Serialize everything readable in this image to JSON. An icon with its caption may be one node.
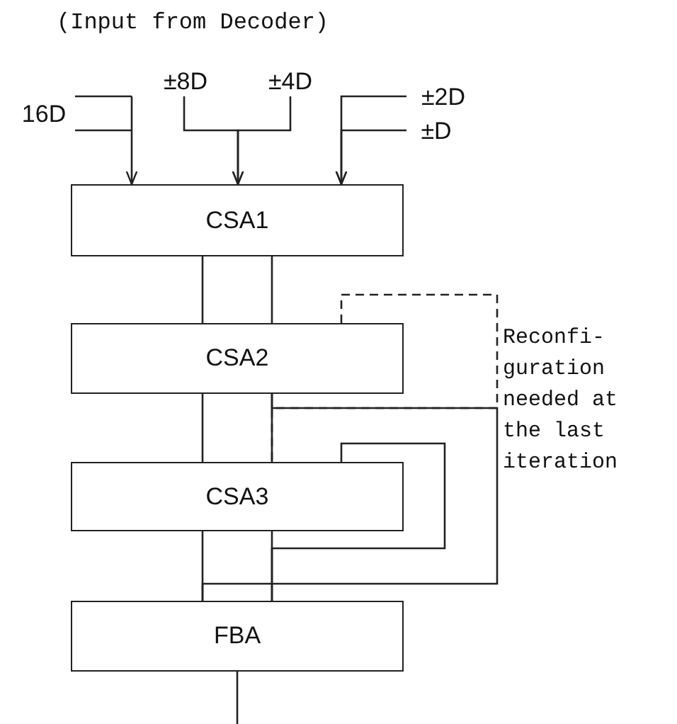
{
  "diagram": {
    "nodes": [
      {
        "text": [
          "16D"
        ]
      },
      {
        "text": [
          "±8D"
        ]
      },
      {
        "text": [
          "±4D"
        ]
      },
      {
        "text": [
          "±2D"
        ]
      },
      {
        "text": [
          "±D"
        ]
      },
      {
        "text": [
          "CSA1"
        ]
      },
      {
        "text": [
          "CSA2"
        ]
      },
      {
        "text": [
          "CSA3"
        ]
      },
      {
        "text": [
          "FBA"
        ]
      }
    ],
    "edges": [
      {
        "from": 0,
        "to": 5,
        "arrow": "to"
      },
      {
        "from": 1,
        "to": 5,
        "arrow": "to"
      },
      {
        "from": 2,
        "to": 5,
        "arrow": "to"
      },
      {
        "from": 3,
        "to": 5,
        "arrow": "to"
      },
      {
        "from": 4,
        "to": 5,
        "arrow": "to"
      },
      {
        "from": 5,
        "to": 6,
        "arrow": "none"
      },
      {
        "from": 6,
        "to": 7,
        "arrow": "none"
      },
      {
        "from": 7,
        "to": 8,
        "arrow": "none"
      },
      {
        "from": 7,
        "to": 8,
        "arrow": "none"
      },
      {
        "from": 6,
        "to": 7,
        "arrow": "none",
        "style": "dashed"
      },
      {
        "from": 6,
        "to": 8,
        "arrow": "none"
      },
      {
        "from": 8,
        "to": null,
        "arrow": "none"
      }
    ],
    "labels": [
      "(Input from Decoder)",
      "Reconfi- guration needed at the last iteration"
    ]
  }
}
